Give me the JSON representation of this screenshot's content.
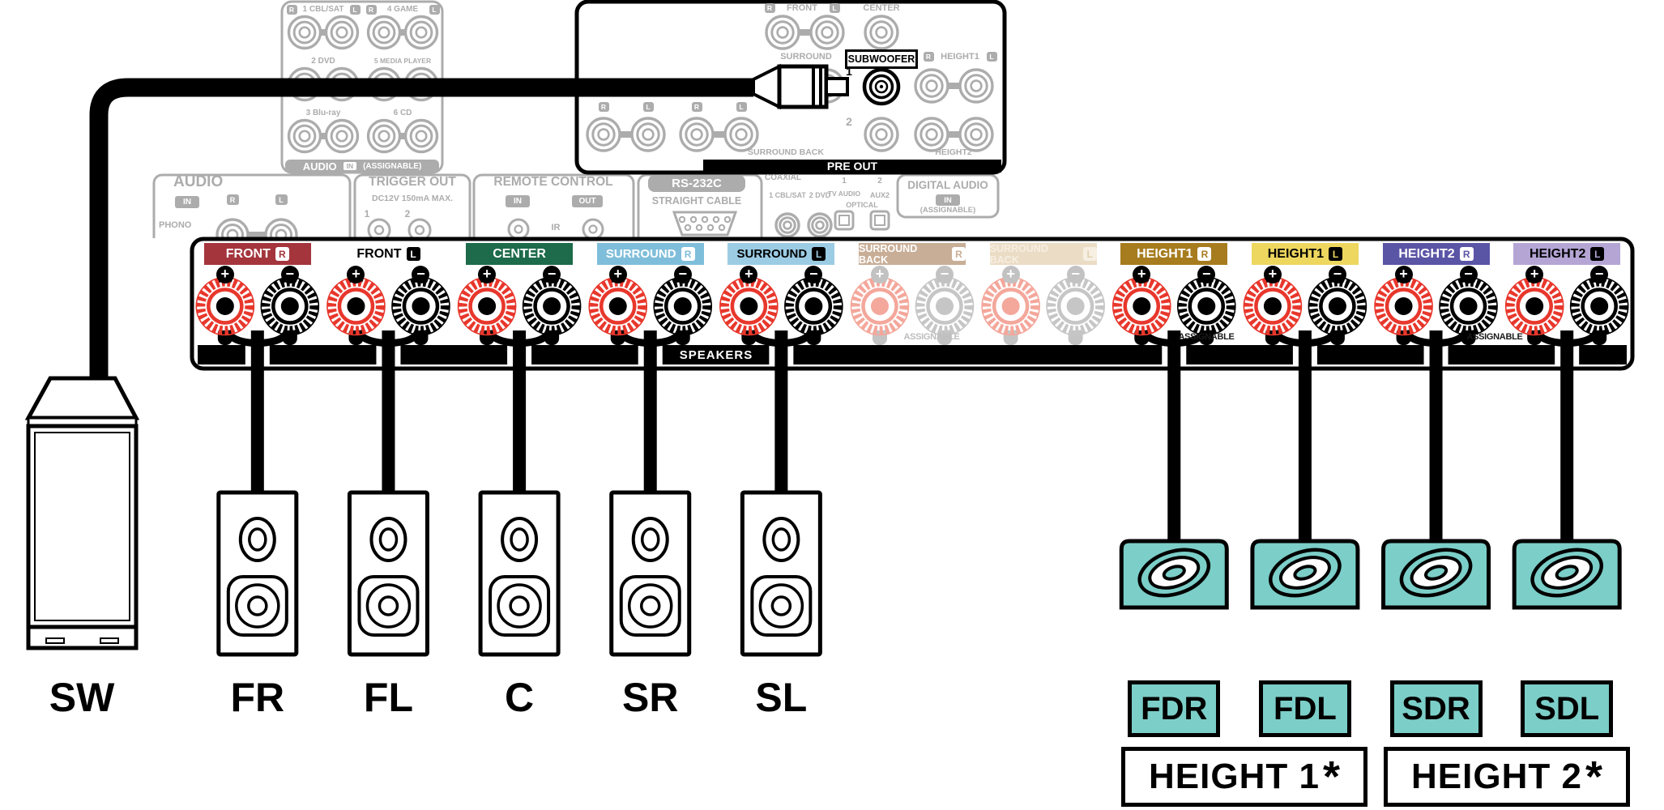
{
  "colors": {
    "teal": "#7CCEC8",
    "terminal_red": "#E8372C",
    "faded_red": "#F4A79B",
    "faded_gray": "#C6C6C6",
    "panel_gray": "#ACACAC",
    "cable_black": "#000000"
  },
  "top": {
    "audio_in_box": {
      "bar_title": "AUDIO",
      "bar_in": "IN",
      "bar_assignable": "(ASSIGNABLE)",
      "rows": [
        {
          "cells": [
            {
              "r": "R",
              "label": "1 CBL/SAT",
              "l": "L"
            },
            {
              "r": "R",
              "label": "4 GAME",
              "l": "L"
            }
          ]
        },
        {
          "cells": [
            {
              "label": "2 DVD"
            },
            {
              "label": "5 MEDIA PLAYER"
            }
          ]
        },
        {
          "cells": [
            {
              "label": "3 Blu-ray"
            },
            {
              "label": "6 CD"
            }
          ]
        }
      ]
    },
    "pre_out_box": {
      "front_r": "R",
      "front_label": "FRONT",
      "front_l": "L",
      "center_label": "CENTER",
      "surround_label": "SURROUND",
      "subwoofer_label": "SUBWOOFER",
      "sub_jack1": "1",
      "sub_jack2": "2",
      "height1_r": "R",
      "height1_label": "HEIGHT1",
      "height1_l": "L",
      "row3_badges": [
        "R",
        "L",
        "R",
        "L"
      ],
      "surround_back_label": "SURROUND BACK",
      "height2_label": "HEIGHT2",
      "bar_title": "PRE OUT"
    }
  },
  "middle": {
    "audio_box": {
      "title": "AUDIO",
      "in_badge": "IN",
      "r_badge": "R",
      "l_badge": "L",
      "phono": "PHONO"
    },
    "trigger_box": {
      "title": "TRIGGER OUT",
      "spec": "DC12V 150mA MAX.",
      "n1": "1",
      "n2": "2"
    },
    "remote_box": {
      "title": "REMOTE CONTROL",
      "in_badge": "IN",
      "out_badge": "OUT",
      "ir": "IR"
    },
    "rs232c_box": {
      "title": "RS-232C",
      "subtitle": "STRAIGHT CABLE"
    },
    "digital_group": {
      "coaxial": "COAXIAL",
      "coax1": "1 CBL/SAT",
      "coax2": "2 DVD",
      "tv_num": "1",
      "tv": "TV AUDIO",
      "optical": "OPTICAL",
      "aux_num": "2",
      "aux": "AUX2",
      "title": "DIGITAL AUDIO",
      "in_badge": "IN",
      "assignable": "(ASSIGNABLE)"
    }
  },
  "strip": {
    "speakers_label": "SPEAKERS",
    "assignable": "ASSIGNABLE",
    "plus": "+",
    "minus": "−",
    "channels": [
      {
        "label": "FRONT",
        "badge": "R",
        "bg": "#A4353C",
        "fg": "#FFFFFF",
        "badge_bg": "#FFFFFF",
        "badge_fg": "#A4353C",
        "active": true,
        "cable": true
      },
      {
        "label": "FRONT",
        "badge": "L",
        "bg": "#FFFFFF",
        "fg": "#000000",
        "badge_bg": "#000000",
        "badge_fg": "#FFFFFF",
        "active": true,
        "cable": true
      },
      {
        "label": "CENTER",
        "badge": null,
        "bg": "#1D6B4A",
        "fg": "#FFFFFF",
        "badge_bg": null,
        "badge_fg": null,
        "active": true,
        "cable": true
      },
      {
        "label": "SURROUND",
        "badge": "R",
        "bg": "#7FBEDA",
        "fg": "#FFFFFF",
        "badge_bg": "#FFFFFF",
        "badge_fg": "#7FBEDA",
        "active": true,
        "cable": true
      },
      {
        "label": "SURROUND",
        "badge": "L",
        "bg": "#9CCCE4",
        "fg": "#000000",
        "badge_bg": "#000000",
        "badge_fg": "#9CCCE4",
        "active": true,
        "cable": true
      },
      {
        "label": "SURROUND BACK",
        "badge": "R",
        "bg": "#C9AE97",
        "fg": "#FFFFFF",
        "badge_bg": "#FFFFFF",
        "badge_fg": "#C9AE97",
        "active": false,
        "cable": false
      },
      {
        "label": "SURROUND BACK",
        "badge": "L",
        "bg": "#EBDCC5",
        "fg": "#F6EFE2",
        "badge_bg": "#F6EFE2",
        "badge_fg": "#E2D0B4",
        "active": false,
        "cable": false
      },
      {
        "label": "HEIGHT1",
        "badge": "R",
        "bg": "#A67C1E",
        "fg": "#FFFFFF",
        "badge_bg": "#FFFFFF",
        "badge_fg": "#A67C1E",
        "active": true,
        "cable": true
      },
      {
        "label": "HEIGHT1",
        "badge": "L",
        "bg": "#EDD75E",
        "fg": "#000000",
        "badge_bg": "#000000",
        "badge_fg": "#EDD75E",
        "active": true,
        "cable": true
      },
      {
        "label": "HEIGHT2",
        "badge": "R",
        "bg": "#5B55A6",
        "fg": "#FFFFFF",
        "badge_bg": "#FFFFFF",
        "badge_fg": "#5B55A6",
        "active": true,
        "cable": true
      },
      {
        "label": "HEIGHT2",
        "badge": "L",
        "bg": "#B5A5D5",
        "fg": "#000000",
        "badge_bg": "#000000",
        "badge_fg": "#B5A5D5",
        "active": true,
        "cable": true
      }
    ]
  },
  "bottom": {
    "front_speakers": [
      {
        "label": "SW"
      },
      {
        "label": "FR"
      },
      {
        "label": "FL"
      },
      {
        "label": "C"
      },
      {
        "label": "SR"
      },
      {
        "label": "SL"
      }
    ],
    "height_speakers": [
      {
        "label": "FDR"
      },
      {
        "label": "FDL"
      },
      {
        "label": "SDR"
      },
      {
        "label": "SDL"
      }
    ],
    "group_boxes": [
      {
        "label": "HEIGHT 1",
        "asterisk": "*"
      },
      {
        "label": "HEIGHT 2",
        "asterisk": "*"
      }
    ]
  }
}
